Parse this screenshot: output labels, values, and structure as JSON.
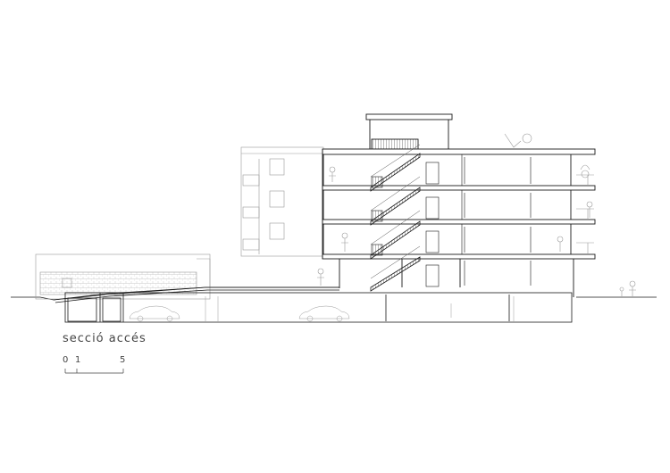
{
  "title": "secció accés",
  "scale_bar": {
    "labels": [
      "0",
      "1",
      "5"
    ]
  },
  "colors": {
    "line": "#1a1a1a",
    "light_line": "#9a9a9a",
    "hatch": "#555555",
    "text": "#444444"
  }
}
